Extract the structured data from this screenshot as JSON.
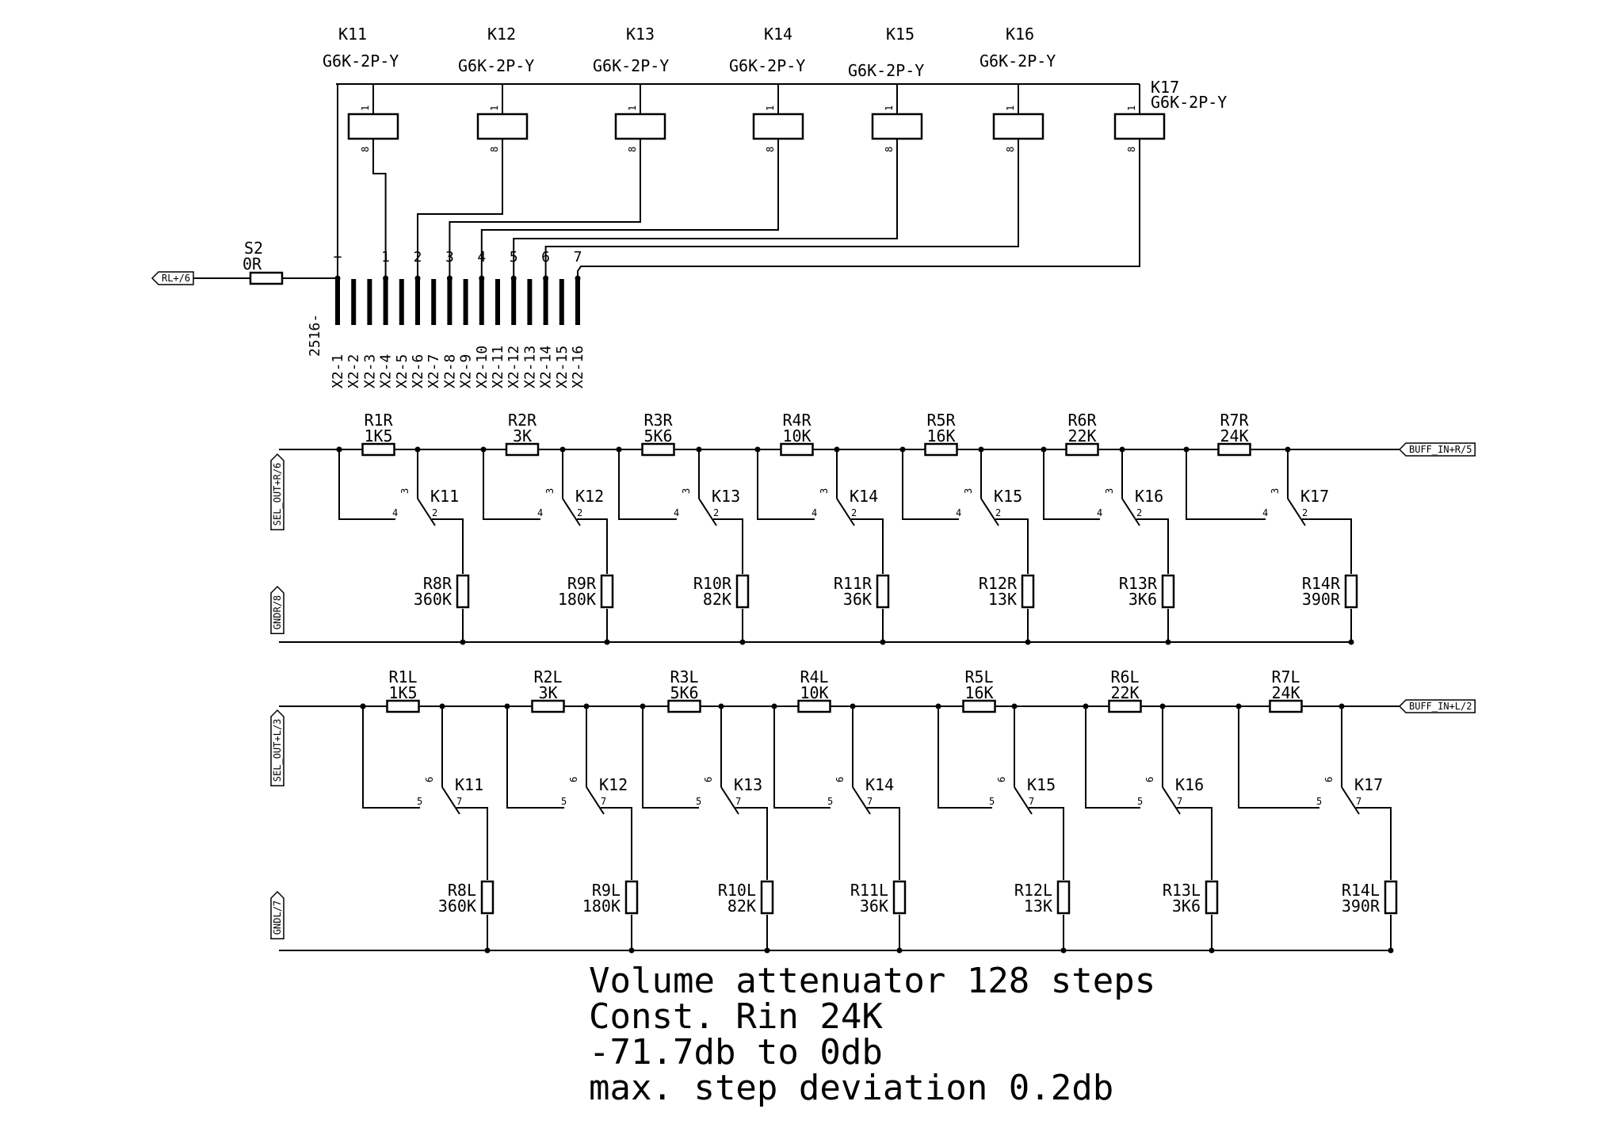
{
  "relays": {
    "coils": [
      {
        "name": "K11",
        "type": "G6K-2P-Y",
        "pin_top": "1",
        "pin_bottom": "8"
      },
      {
        "name": "K12",
        "type": "G6K-2P-Y",
        "pin_top": "1",
        "pin_bottom": "8"
      },
      {
        "name": "K13",
        "type": "G6K-2P-Y",
        "pin_top": "1",
        "pin_bottom": "8"
      },
      {
        "name": "K14",
        "type": "G6K-2P-Y",
        "pin_top": "1",
        "pin_bottom": "8"
      },
      {
        "name": "K15",
        "type": "G6K-2P-Y",
        "pin_top": "1",
        "pin_bottom": "8"
      },
      {
        "name": "K16",
        "type": "G6K-2P-Y",
        "pin_top": "1",
        "pin_bottom": "8"
      },
      {
        "name": "K17",
        "type": "G6K-2P-Y",
        "pin_top": "1",
        "pin_bottom": "8"
      }
    ]
  },
  "supply": {
    "port": "RL+/6",
    "resistor": {
      "name": "S2",
      "value": "0R"
    }
  },
  "connector": {
    "name": "2516-",
    "net_labels": [
      "+",
      "1",
      "2",
      "3",
      "4",
      "5",
      "6",
      "7"
    ],
    "pins": [
      "X2-1",
      "X2-2",
      "X2-3",
      "X2-4",
      "X2-5",
      "X2-6",
      "X2-7",
      "X2-8",
      "X2-9",
      "X2-10",
      "X2-11",
      "X2-12",
      "X2-13",
      "X2-14",
      "X2-15",
      "X2-16"
    ]
  },
  "right_channel": {
    "in_port": "BUFF_IN+R/5",
    "out_port": "SEL_OUT+R/6",
    "gnd_port": "GNDR/8",
    "series": [
      {
        "name": "R1R",
        "value": "1K5"
      },
      {
        "name": "R2R",
        "value": "3K"
      },
      {
        "name": "R3R",
        "value": "5K6"
      },
      {
        "name": "R4R",
        "value": "10K"
      },
      {
        "name": "R5R",
        "value": "16K"
      },
      {
        "name": "R6R",
        "value": "22K"
      },
      {
        "name": "R7R",
        "value": "24K"
      }
    ],
    "shunt": [
      {
        "name": "R8R",
        "value": "360K"
      },
      {
        "name": "R9R",
        "value": "180K"
      },
      {
        "name": "R10R",
        "value": "82K"
      },
      {
        "name": "R11R",
        "value": "36K"
      },
      {
        "name": "R12R",
        "value": "13K"
      },
      {
        "name": "R13R",
        "value": "3K6"
      },
      {
        "name": "R14R",
        "value": "390R"
      }
    ],
    "switches": [
      {
        "name": "K11",
        "p_com": "3",
        "p_nc": "4",
        "p_no": "2"
      },
      {
        "name": "K12",
        "p_com": "3",
        "p_nc": "4",
        "p_no": "2"
      },
      {
        "name": "K13",
        "p_com": "3",
        "p_nc": "4",
        "p_no": "2"
      },
      {
        "name": "K14",
        "p_com": "3",
        "p_nc": "4",
        "p_no": "2"
      },
      {
        "name": "K15",
        "p_com": "3",
        "p_nc": "4",
        "p_no": "2"
      },
      {
        "name": "K16",
        "p_com": "3",
        "p_nc": "4",
        "p_no": "2"
      },
      {
        "name": "K17",
        "p_com": "3",
        "p_nc": "4",
        "p_no": "2"
      }
    ]
  },
  "left_channel": {
    "in_port": "BUFF_IN+L/2",
    "out_port": "SEL_OUT+L/3",
    "gnd_port": "GNDL/7",
    "series": [
      {
        "name": "R1L",
        "value": "1K5"
      },
      {
        "name": "R2L",
        "value": "3K"
      },
      {
        "name": "R3L",
        "value": "5K6"
      },
      {
        "name": "R4L",
        "value": "10K"
      },
      {
        "name": "R5L",
        "value": "16K"
      },
      {
        "name": "R6L",
        "value": "22K"
      },
      {
        "name": "R7L",
        "value": "24K"
      }
    ],
    "shunt": [
      {
        "name": "R8L",
        "value": "360K"
      },
      {
        "name": "R9L",
        "value": "180K"
      },
      {
        "name": "R10L",
        "value": "82K"
      },
      {
        "name": "R11L",
        "value": "36K"
      },
      {
        "name": "R12L",
        "value": "13K"
      },
      {
        "name": "R13L",
        "value": "3K6"
      },
      {
        "name": "R14L",
        "value": "390R"
      }
    ],
    "switches": [
      {
        "name": "K11",
        "p_com": "6",
        "p_nc": "5",
        "p_no": "7"
      },
      {
        "name": "K12",
        "p_com": "6",
        "p_nc": "5",
        "p_no": "7"
      },
      {
        "name": "K13",
        "p_com": "6",
        "p_nc": "5",
        "p_no": "7"
      },
      {
        "name": "K14",
        "p_com": "6",
        "p_nc": "5",
        "p_no": "7"
      },
      {
        "name": "K15",
        "p_com": "6",
        "p_nc": "5",
        "p_no": "7"
      },
      {
        "name": "K16",
        "p_com": "6",
        "p_nc": "5",
        "p_no": "7"
      },
      {
        "name": "K17",
        "p_com": "6",
        "p_nc": "5",
        "p_no": "7"
      }
    ]
  },
  "notes": [
    "Volume attenuator 128 steps",
    "Const. Rin 24K",
    "-71.7db to 0db",
    "max. step deviation 0.2db"
  ]
}
